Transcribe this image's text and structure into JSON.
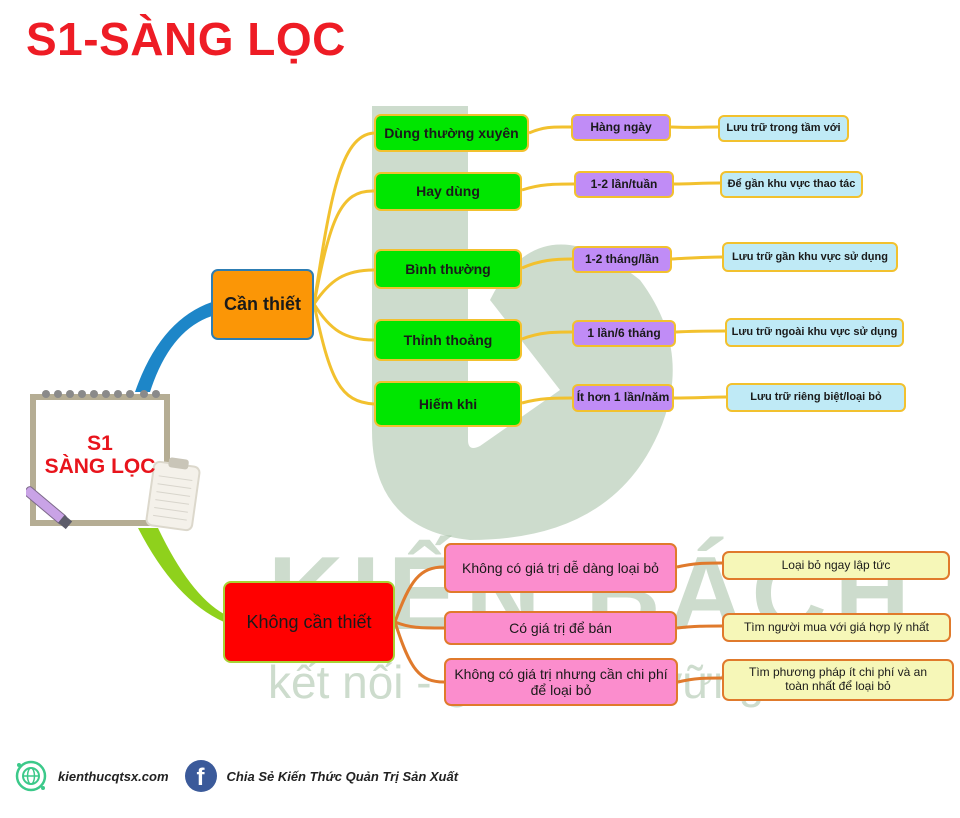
{
  "title": "S1-SÀNG LỌC",
  "central_node": {
    "line1": "S1",
    "line2": "SÀNG LỌC"
  },
  "watermark": {
    "brand": "KIẾN BÁCH",
    "slogan": "kết nối - giá trị bền vững"
  },
  "colors": {
    "title_red": "#ee1c25",
    "blue_branch": "#1d86c8",
    "green_branch": "#8fd11c",
    "yellow_line": "#f2c12e",
    "orange_line": "#e07a2c"
  },
  "branches": [
    {
      "label": "Cần thiết",
      "children": [
        {
          "label": "Dùng thường xuyên",
          "frequency": "Hàng ngày",
          "action": "Lưu trữ trong tầm với"
        },
        {
          "label": "Hay dùng",
          "frequency": "1-2 lần/tuần",
          "action": "Để gần khu vực thao tác"
        },
        {
          "label": "Bình thường",
          "frequency": "1-2 tháng/lần",
          "action": "Lưu trữ gần khu vực sử dụng"
        },
        {
          "label": "Thỉnh thoảng",
          "frequency": "1 lần/6 tháng",
          "action": "Lưu trữ ngoài khu vực sử dụng"
        },
        {
          "label": "Hiếm khi",
          "frequency": "Ít hơn 1 lần/năm",
          "action": "Lưu trữ riêng biệt/loại bỏ"
        }
      ]
    },
    {
      "label": "Không cần thiết",
      "children": [
        {
          "label": "Không có giá trị dễ dàng loại bỏ",
          "action": "Loại bỏ ngay lập tức"
        },
        {
          "label": "Có giá trị để bán",
          "action": "Tìm người mua với giá hợp lý nhất"
        },
        {
          "label": "Không có giá trị nhưng cần chi phí để loại bỏ",
          "action": "Tìm phương pháp ít chi phí và an toàn nhất để loại bỏ"
        }
      ]
    }
  ],
  "footer": {
    "website_icon": "globe-icon",
    "website": "kienthucqtsx.com",
    "facebook_icon": "facebook-icon",
    "facebook_page": "Chia Sẻ Kiến Thức Quản Trị Sản Xuất"
  }
}
